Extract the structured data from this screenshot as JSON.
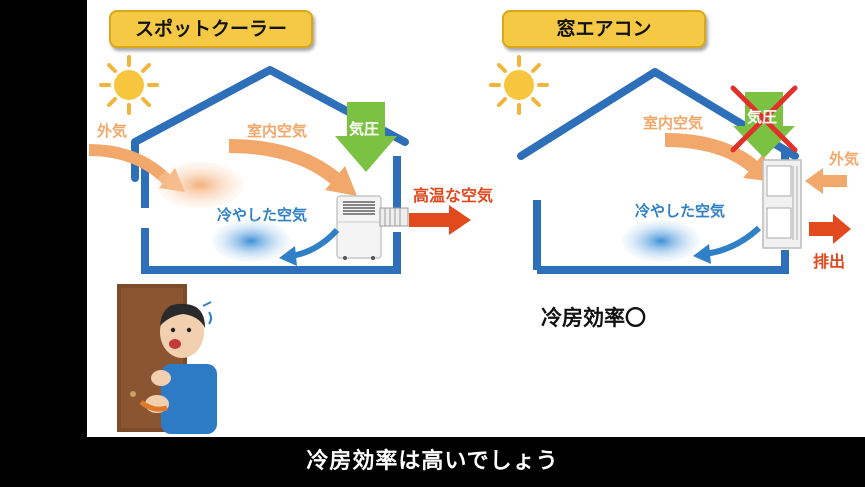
{
  "left_panel": {
    "title": "スポットクーラー",
    "label_outside_air": "外気",
    "label_indoor_air": "室内空気",
    "label_pressure": "気圧",
    "label_cooled_air": "冷やした空気",
    "label_hot_air": "高温な空気"
  },
  "right_panel": {
    "title": "窓エアコン",
    "label_indoor_air": "室内空気",
    "label_pressure": "気圧",
    "label_cooled_air": "冷やした空気",
    "label_outside_air": "外気",
    "label_exhaust": "排出",
    "efficiency_note": "冷房効率〇"
  },
  "subtitle": "冷房効率は高いでしょう",
  "colors": {
    "house_blue": "#2d6fb8",
    "title_yellow": "#f6c944",
    "arrow_orange": "#f2a86a",
    "arrow_red": "#e2491d",
    "pressure_green": "#7cc242",
    "cool_blue": "#2f80c6"
  },
  "icons": [
    "sun-icon",
    "spot-cooler-icon",
    "window-ac-icon",
    "worried-person-illustration",
    "cross-out-icon"
  ]
}
